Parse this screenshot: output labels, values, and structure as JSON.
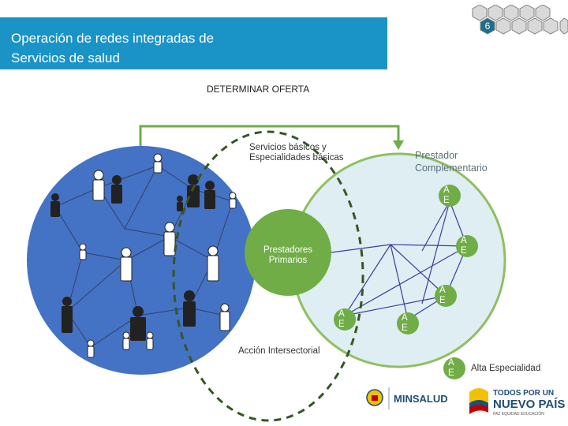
{
  "header": {
    "title_line1": "Operación de redes integradas de",
    "title_line2": "Servicios de salud",
    "slide_number": "6"
  },
  "diagram": {
    "title": "DETERMINAR OFERTA",
    "label_servicios_line1": "Servicios básicos y",
    "label_servicios_line2": "Especialidades básicas",
    "label_prestador_line1": "Prestador",
    "label_prestador_line2": "Complementario",
    "label_primarios_line1": "Prestadores",
    "label_primarios_line2": "Primarios",
    "label_accion": "Acción Intersectorial",
    "node_letters_top": "A",
    "node_letters_bottom": "E",
    "legend_label": "Alta Especialidad"
  },
  "footer": {
    "minsalud": "MINSALUD",
    "gov_line1": "TODOS POR UN",
    "gov_line2": "NUEVO PAÍS",
    "gov_line3": "PAZ  EQUIDAD  EDUCACIÓN"
  },
  "colors": {
    "header_bg": "#1a93c6",
    "population_circle": "#4472c4",
    "complementary_circle": "#deeef2",
    "primary_circle": "#70ad47",
    "network_lines": "#3d3d9e",
    "dashed_ring": "#375623",
    "hex_slide": "#1f6f8b"
  }
}
